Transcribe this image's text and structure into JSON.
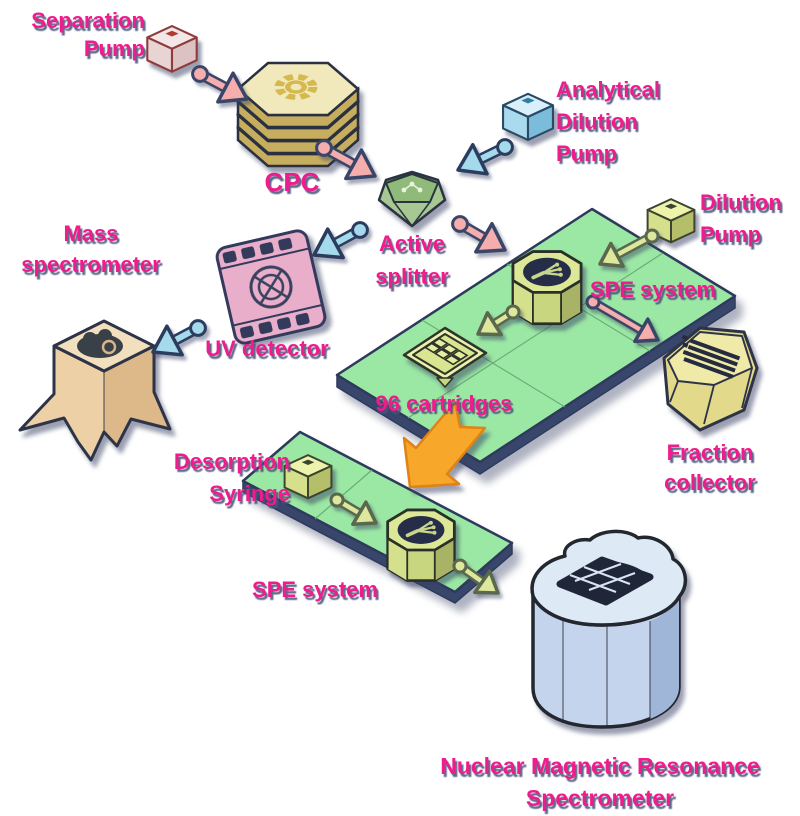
{
  "diagram": {
    "labels": {
      "separation_pump_1": "Separation",
      "separation_pump_2": "Pump",
      "cpc": "CPC",
      "analytical_1": "Analytical",
      "analytical_2": "Dilution",
      "analytical_3": "Pump",
      "active_1": "Active",
      "active_2": "splitter",
      "dilution_1": "Dilution",
      "dilution_2": "Pump",
      "spe_upper": "SPE system",
      "mass_1": "Mass",
      "mass_2": "spectrometer",
      "uv": "UV detector",
      "cartridges": "96 cartridges",
      "fraction_1": "Fraction",
      "fraction_2": "collector",
      "desorption_1": "Desorption",
      "desorption_2": "Syringe",
      "spe_lower": "SPE system",
      "nmr_1": "Nuclear Magnetic Resonance",
      "nmr_2": "Spectrometer"
    }
  },
  "colors": {
    "label_text": "#EE1C8C",
    "label_shadow": "#49547A",
    "platform_green": "#9BE7A4",
    "platform_edge": "#2E3A5C",
    "platform_thickness": "#39466B",
    "arrow_pink": "#F5ADAD",
    "arrow_pink_outline": "#3A4668",
    "arrow_blue": "#A5DAEC",
    "arrow_blue_outline": "#2B3C5E",
    "arrow_yellow": "#DDE89C",
    "arrow_yellow_outline": "#5A684E",
    "arrow_orange": "#F7A82A",
    "arrow_orange_outline": "#E08214",
    "cpc_yellow": "#E6D88C",
    "nmr_blue": "#C3D4EC"
  }
}
